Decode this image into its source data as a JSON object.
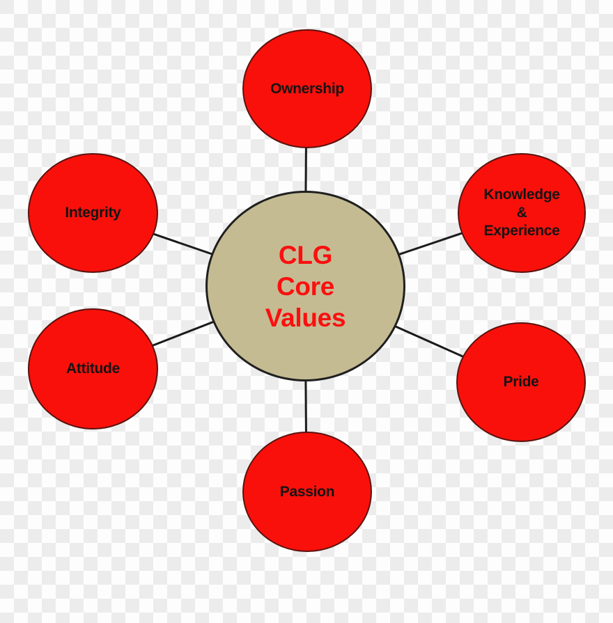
{
  "diagram": {
    "hub": {
      "label": "CLG\nCore\nValues"
    },
    "nodes": {
      "ownership": {
        "label": "Ownership"
      },
      "knowledge": {
        "label": "Knowledge\n&\nExperience"
      },
      "pride": {
        "label": "Pride"
      },
      "passion": {
        "label": "Passion"
      },
      "attitude": {
        "label": "Attitude"
      },
      "integrity": {
        "label": "Integrity"
      }
    }
  },
  "colors": {
    "node_fill": "#fa100b",
    "node_outline": "#5a120e",
    "node_text": "#141414",
    "hub_fill": "#c4bb93",
    "hub_outline": "#1f1f1f",
    "hub_text": "#fb0f0f",
    "connector": "#1b1b1b",
    "checker_light": "#fdfdfd",
    "checker_gray": "#ececec"
  }
}
